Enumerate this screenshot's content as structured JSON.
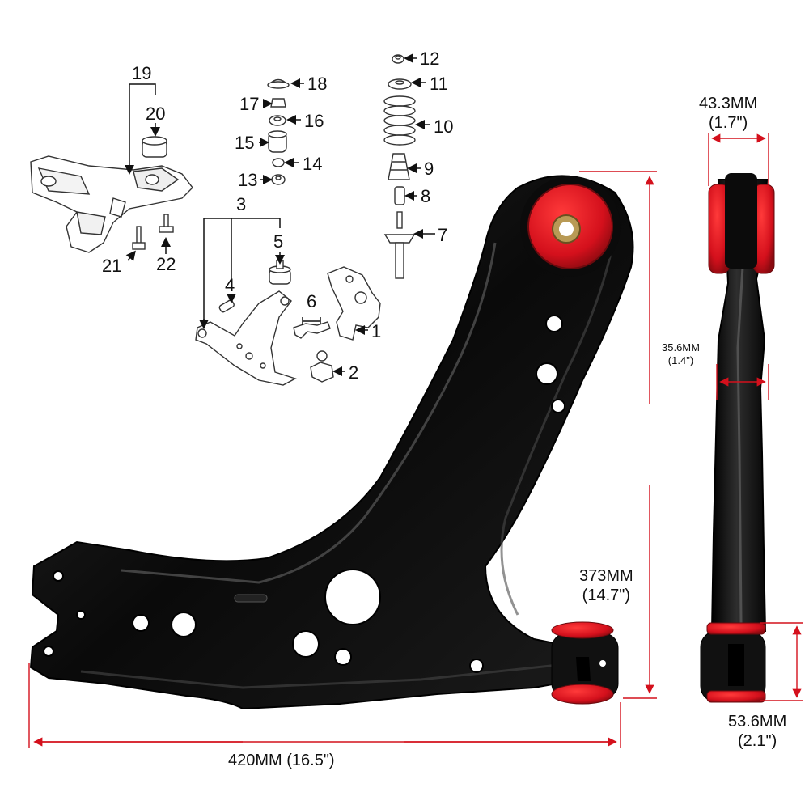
{
  "callouts": [
    "1",
    "2",
    "3",
    "4",
    "5",
    "6",
    "7",
    "8",
    "9",
    "10",
    "11",
    "12",
    "13",
    "14",
    "15",
    "16",
    "17",
    "18",
    "19",
    "20",
    "21",
    "22"
  ],
  "dimensions": {
    "total_length": "420MM (16.5\")",
    "height_mm": "373MM",
    "height_in": "(14.7\")",
    "top_width_mm": "43.3MM",
    "top_width_in": "(1.7\")",
    "mid_width_mm": "35.6MM",
    "mid_width_in": "(1.4\")",
    "rear_width_mm": "53.6MM",
    "rear_width_in": "(2.1\")"
  },
  "colors": {
    "bushing": "#d4101c",
    "arm": "#0b0b0b",
    "dimension_line": "#d4101c"
  }
}
